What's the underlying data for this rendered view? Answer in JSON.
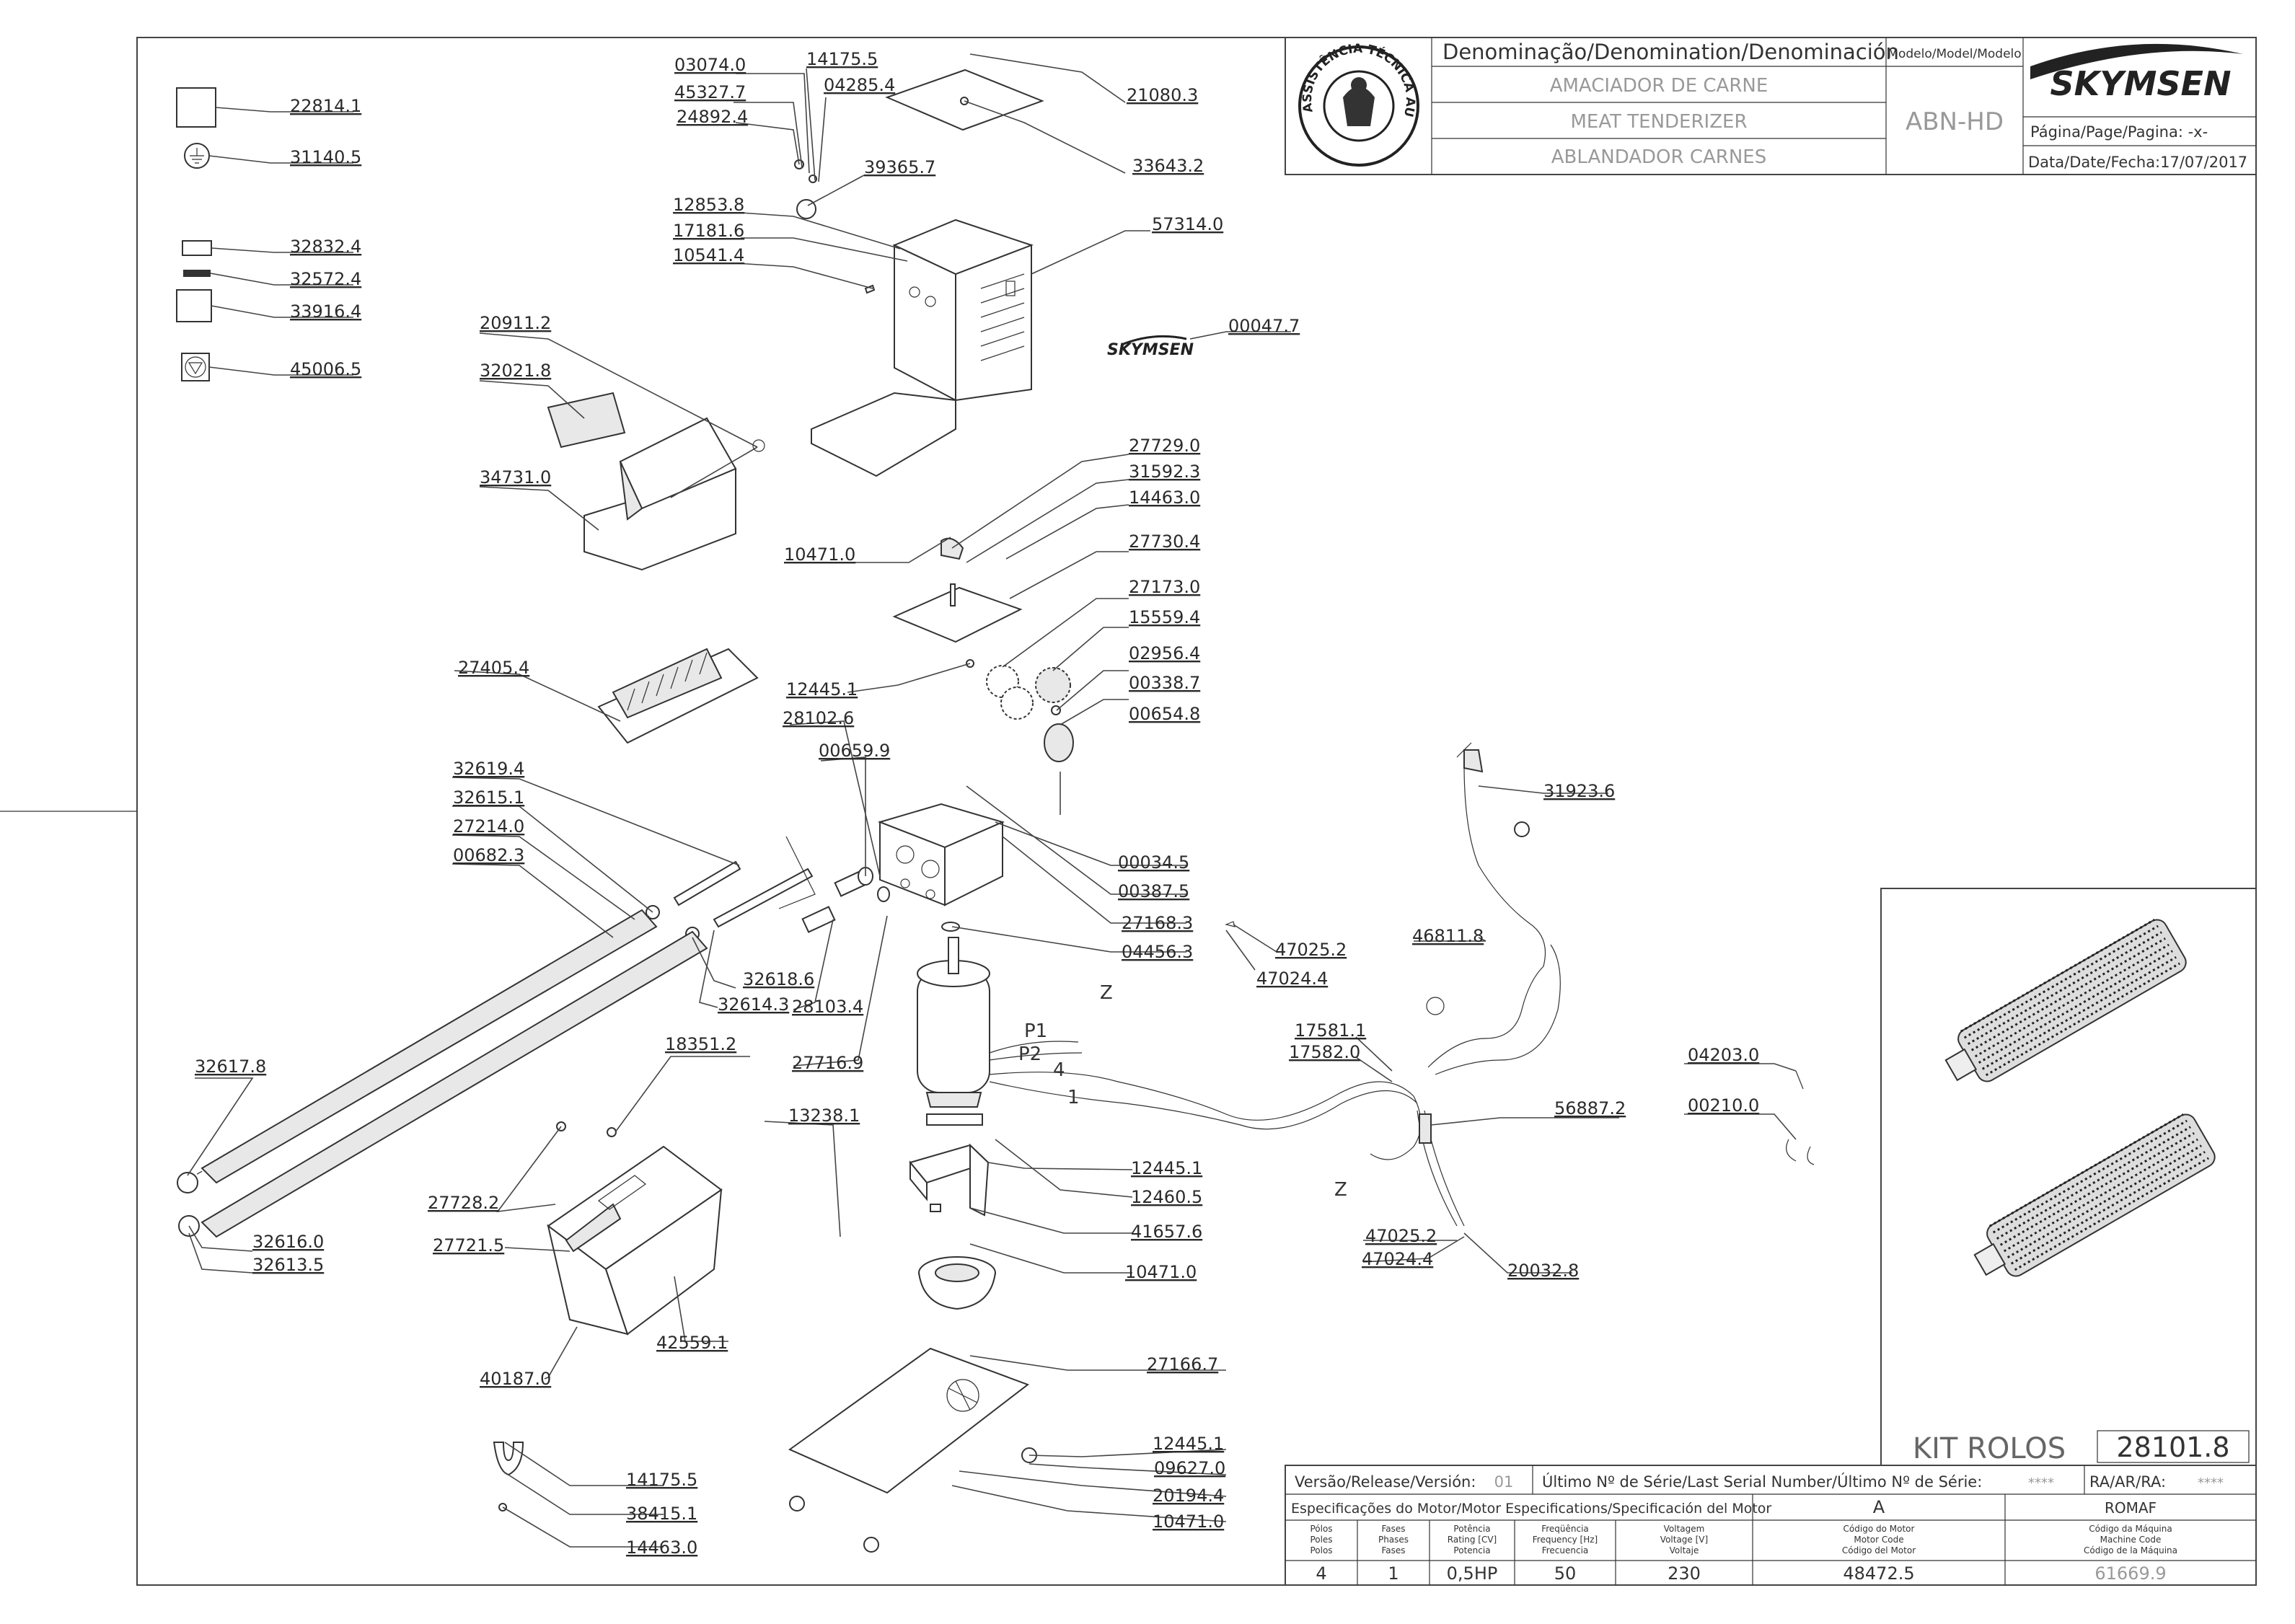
{
  "title_block": {
    "denomination_header": "Denominação/Denomination/Denominación",
    "name_pt": "AMACIADOR DE CARNE",
    "name_en": "MEAT TENDERIZER",
    "name_es": "ABLANDADOR CARNES",
    "model_header": "Modelo/Model/Modelo",
    "model_value": "ABN-HD",
    "brand": "SKYMSEN",
    "page_label": "Página/Page/Pagina: -x-",
    "date_label": "Data/Date/Fecha:17/07/2017",
    "seal_text": "ASSISTÊNCIA TÉCNICA AUTORIZADA"
  },
  "kit": {
    "label": "KIT ROLOS",
    "code": "28101.8"
  },
  "bottom_block": {
    "version_label": "Versão/Release/Versión:",
    "version_value": "01",
    "serial_label": "Último Nº de Série/Last Serial Number/Último Nº de Série:",
    "serial_value": "****",
    "ra_label": "RA/AR/RA:",
    "ra_value": "****",
    "motor_spec_label": "Especificações do Motor/Motor Especifications/Specificación del Motor",
    "motor_letter": "A",
    "manufacturer": "ROMAF",
    "col_poles": [
      "Pólos",
      "Poles",
      "Polos"
    ],
    "col_phases": [
      "Fases",
      "Phases",
      "Fases"
    ],
    "col_power": [
      "Potência",
      "Rating [CV]",
      "Potencia"
    ],
    "col_freq": [
      "Freqüência",
      "Frequency [Hz]",
      "Frecuencia"
    ],
    "col_volt": [
      "Voltagem",
      "Voltage [V]",
      "Voltaje"
    ],
    "col_motor_code": [
      "Código do Motor",
      "Motor Code",
      "Código del Motor"
    ],
    "col_machine_code": [
      "Código da Máquina",
      "Machine Code",
      "Código de la Máquina"
    ],
    "val_poles": "4",
    "val_phases": "1",
    "val_power": "0,5HP",
    "val_freq": "50",
    "val_volt": "230",
    "val_motor_code": "48472.5",
    "val_machine_code": "61669.9"
  },
  "wire_labels": [
    "P1",
    "P2",
    "4",
    "1",
    "Z",
    "Z"
  ],
  "parts": [
    "22814.1",
    "31140.5",
    "32832.4",
    "32572.4",
    "33916.4",
    "45006.5",
    "20911.2",
    "32021.8",
    "34731.0",
    "27405.4",
    "32619.4",
    "32615.1",
    "27214.0",
    "00682.3",
    "32617.8",
    "32616.0",
    "32613.5",
    "32618.6",
    "32614.3",
    "28103.4",
    "27716.9",
    "28102.6",
    "00659.9",
    "03074.0",
    "14175.5",
    "45327.7",
    "04285.4",
    "24892.4",
    "39365.7",
    "21080.3",
    "33643.2",
    "12853.8",
    "17181.6",
    "10541.4",
    "57314.0",
    "00047.7",
    "27729.0",
    "31592.3",
    "14463.0",
    "10471.0",
    "27730.4",
    "27173.0",
    "15559.4",
    "12445.1",
    "02956.4",
    "00338.7",
    "00654.8",
    "00034.5",
    "00387.5",
    "27168.3",
    "04456.3",
    "47025.2",
    "47024.4",
    "31923.6",
    "46811.8",
    "17581.1",
    "17582.0",
    "56887.2",
    "04203.0",
    "00210.0",
    "47025.2",
    "47024.4",
    "20032.8",
    "18351.2",
    "27728.2",
    "27721.5",
    "42559.1",
    "40187.0",
    "13238.1",
    "12445.1",
    "12460.5",
    "41657.6",
    "10471.0",
    "27166.7",
    "12445.1",
    "09627.0",
    "20194.4",
    "10471.0",
    "14175.5",
    "38415.1",
    "14463.0"
  ]
}
